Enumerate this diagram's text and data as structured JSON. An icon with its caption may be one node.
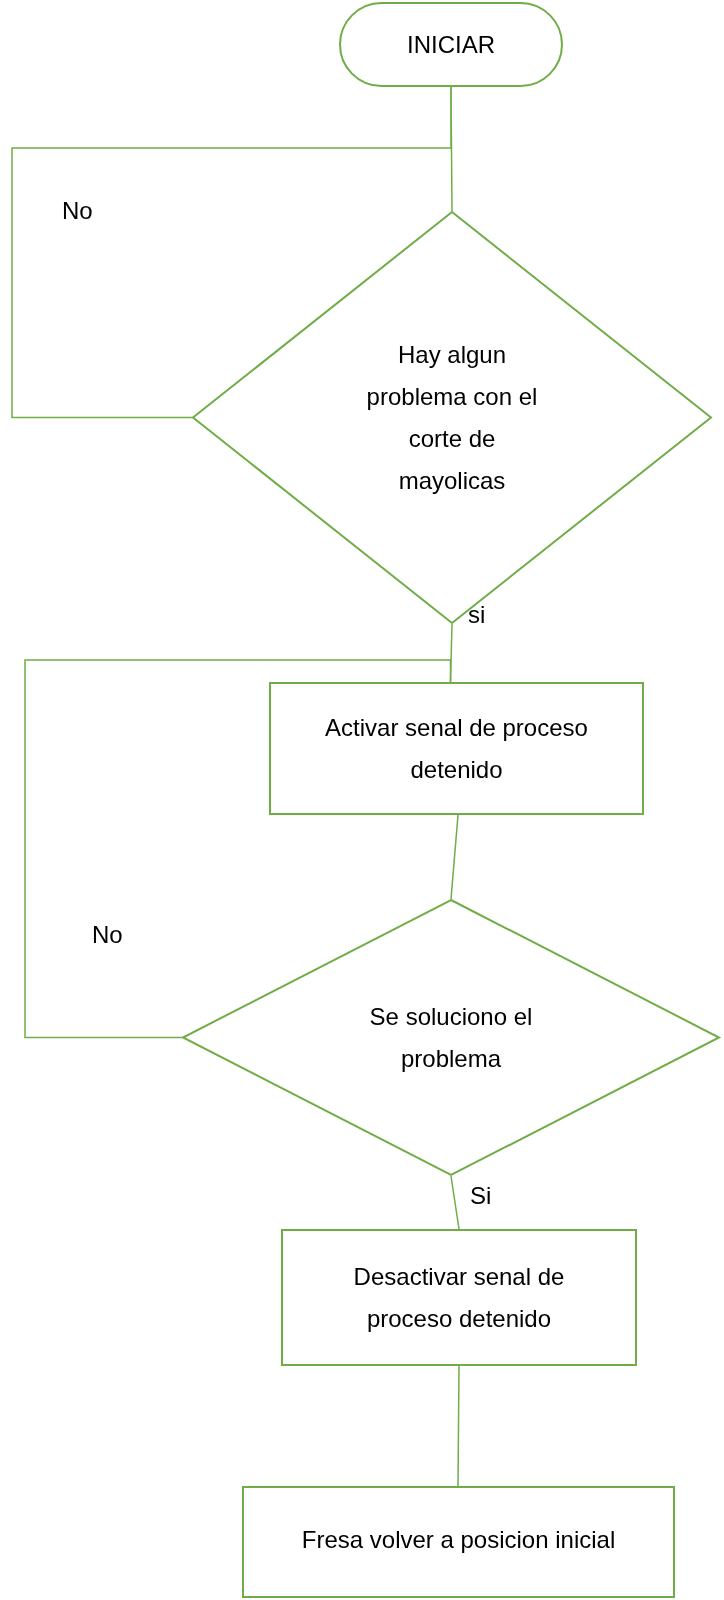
{
  "diagram": {
    "nodes": [
      {
        "text": [
          "INICIAR"
        ]
      },
      {
        "text": [
          "Hay algun problema con el corte de mayolicas"
        ]
      },
      {
        "text": [
          "Activar senal de proceso detenido"
        ]
      },
      {
        "text": [
          "Se soluciono el problema"
        ]
      },
      {
        "text": [
          "Desactivar senal de proceso detenido"
        ]
      },
      {
        "text": [
          "Fresa volver a posicion inicial"
        ]
      }
    ],
    "edges": [
      {
        "from": 0,
        "to": 1,
        "arrow": "none"
      },
      {
        "from": 1,
        "to": 0,
        "arrow": "none",
        "label": "No"
      },
      {
        "from": 1,
        "to": 2,
        "arrow": "none",
        "label": "si"
      },
      {
        "from": 2,
        "to": 3,
        "arrow": "none"
      },
      {
        "from": 3,
        "to": 2,
        "arrow": "none",
        "label": "No"
      },
      {
        "from": 3,
        "to": 4,
        "arrow": "none",
        "label": "Si"
      },
      {
        "from": 4,
        "to": 5,
        "arrow": "none"
      }
    ]
  }
}
